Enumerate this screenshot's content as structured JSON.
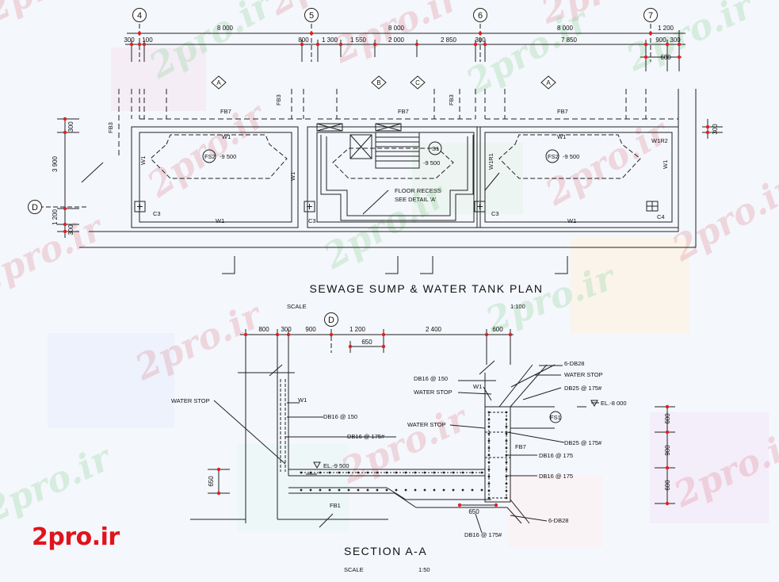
{
  "watermark": {
    "text": "2pro.ir",
    "color": "#e39aa6"
  },
  "brand": {
    "logo_text": "2pro.ir",
    "color": "#e0141c"
  },
  "plan": {
    "grid_bubbles": [
      "4",
      "5",
      "6",
      "7",
      "D"
    ],
    "top_dims_row1": [
      "8 000",
      "8 000",
      "8 000",
      "1 200"
    ],
    "top_dims_row2": [
      "300",
      "100",
      "800",
      "1 300",
      "1 550",
      "2 000",
      "2 850",
      "300",
      "7 850",
      "900",
      "300"
    ],
    "dim_600": "600",
    "left_dims": [
      "300",
      "3 900",
      "1 200",
      "300"
    ],
    "right_dim": "300",
    "beams": [
      "FB7",
      "FB3",
      "FB7",
      "FB3",
      "FB7",
      "FB3"
    ],
    "walls": [
      "W1",
      "W1",
      "W1",
      "W1",
      "W1",
      "W1R1",
      "W1R2",
      "W1",
      "W1"
    ],
    "columns": [
      "C3",
      "C3",
      "C3",
      "C4"
    ],
    "pits": [
      "FS2",
      "-9 500",
      "S1",
      "-9 500",
      "FS2",
      "-9 500"
    ],
    "section_markers": [
      "A",
      "B",
      "C",
      "A"
    ],
    "recess_note": [
      "FLOOR RECESS",
      "SEE DETAIL 'A'"
    ],
    "title": "SEWAGE  SUMP  &  WATER  TANK  PLAN",
    "scale_label": "SCALE",
    "scale_value": "1:100"
  },
  "section": {
    "bubble": "D",
    "top_dims": [
      "800",
      "300",
      "900",
      "1 200",
      "2 400",
      "600"
    ],
    "dim_650_top": "650",
    "labels_left": [
      "WATER STOP",
      "W1",
      "DB16 @ 150",
      "DB16 @ 175#",
      "EL.-9 500",
      "WATER STOP"
    ],
    "labels_right": [
      "6-DB28",
      "WATER STOP",
      "DB25 @ 175#",
      "DB16 @ 150",
      "WATER STOP",
      "W1",
      "EL.-8 000",
      "FS1",
      "DB25 @ 175#",
      "FB7",
      "DB16 @ 175",
      "DB16 @ 175",
      "6-DB28"
    ],
    "right_dims": [
      "600",
      "900",
      "600"
    ],
    "left_dim": "650",
    "fb": "FB1",
    "dim_650_bottom": "650",
    "bottom_label": "DB16 @ 175#",
    "title": "SECTION   A-A",
    "scale_label": "SCALE",
    "scale_value": "1:50"
  }
}
